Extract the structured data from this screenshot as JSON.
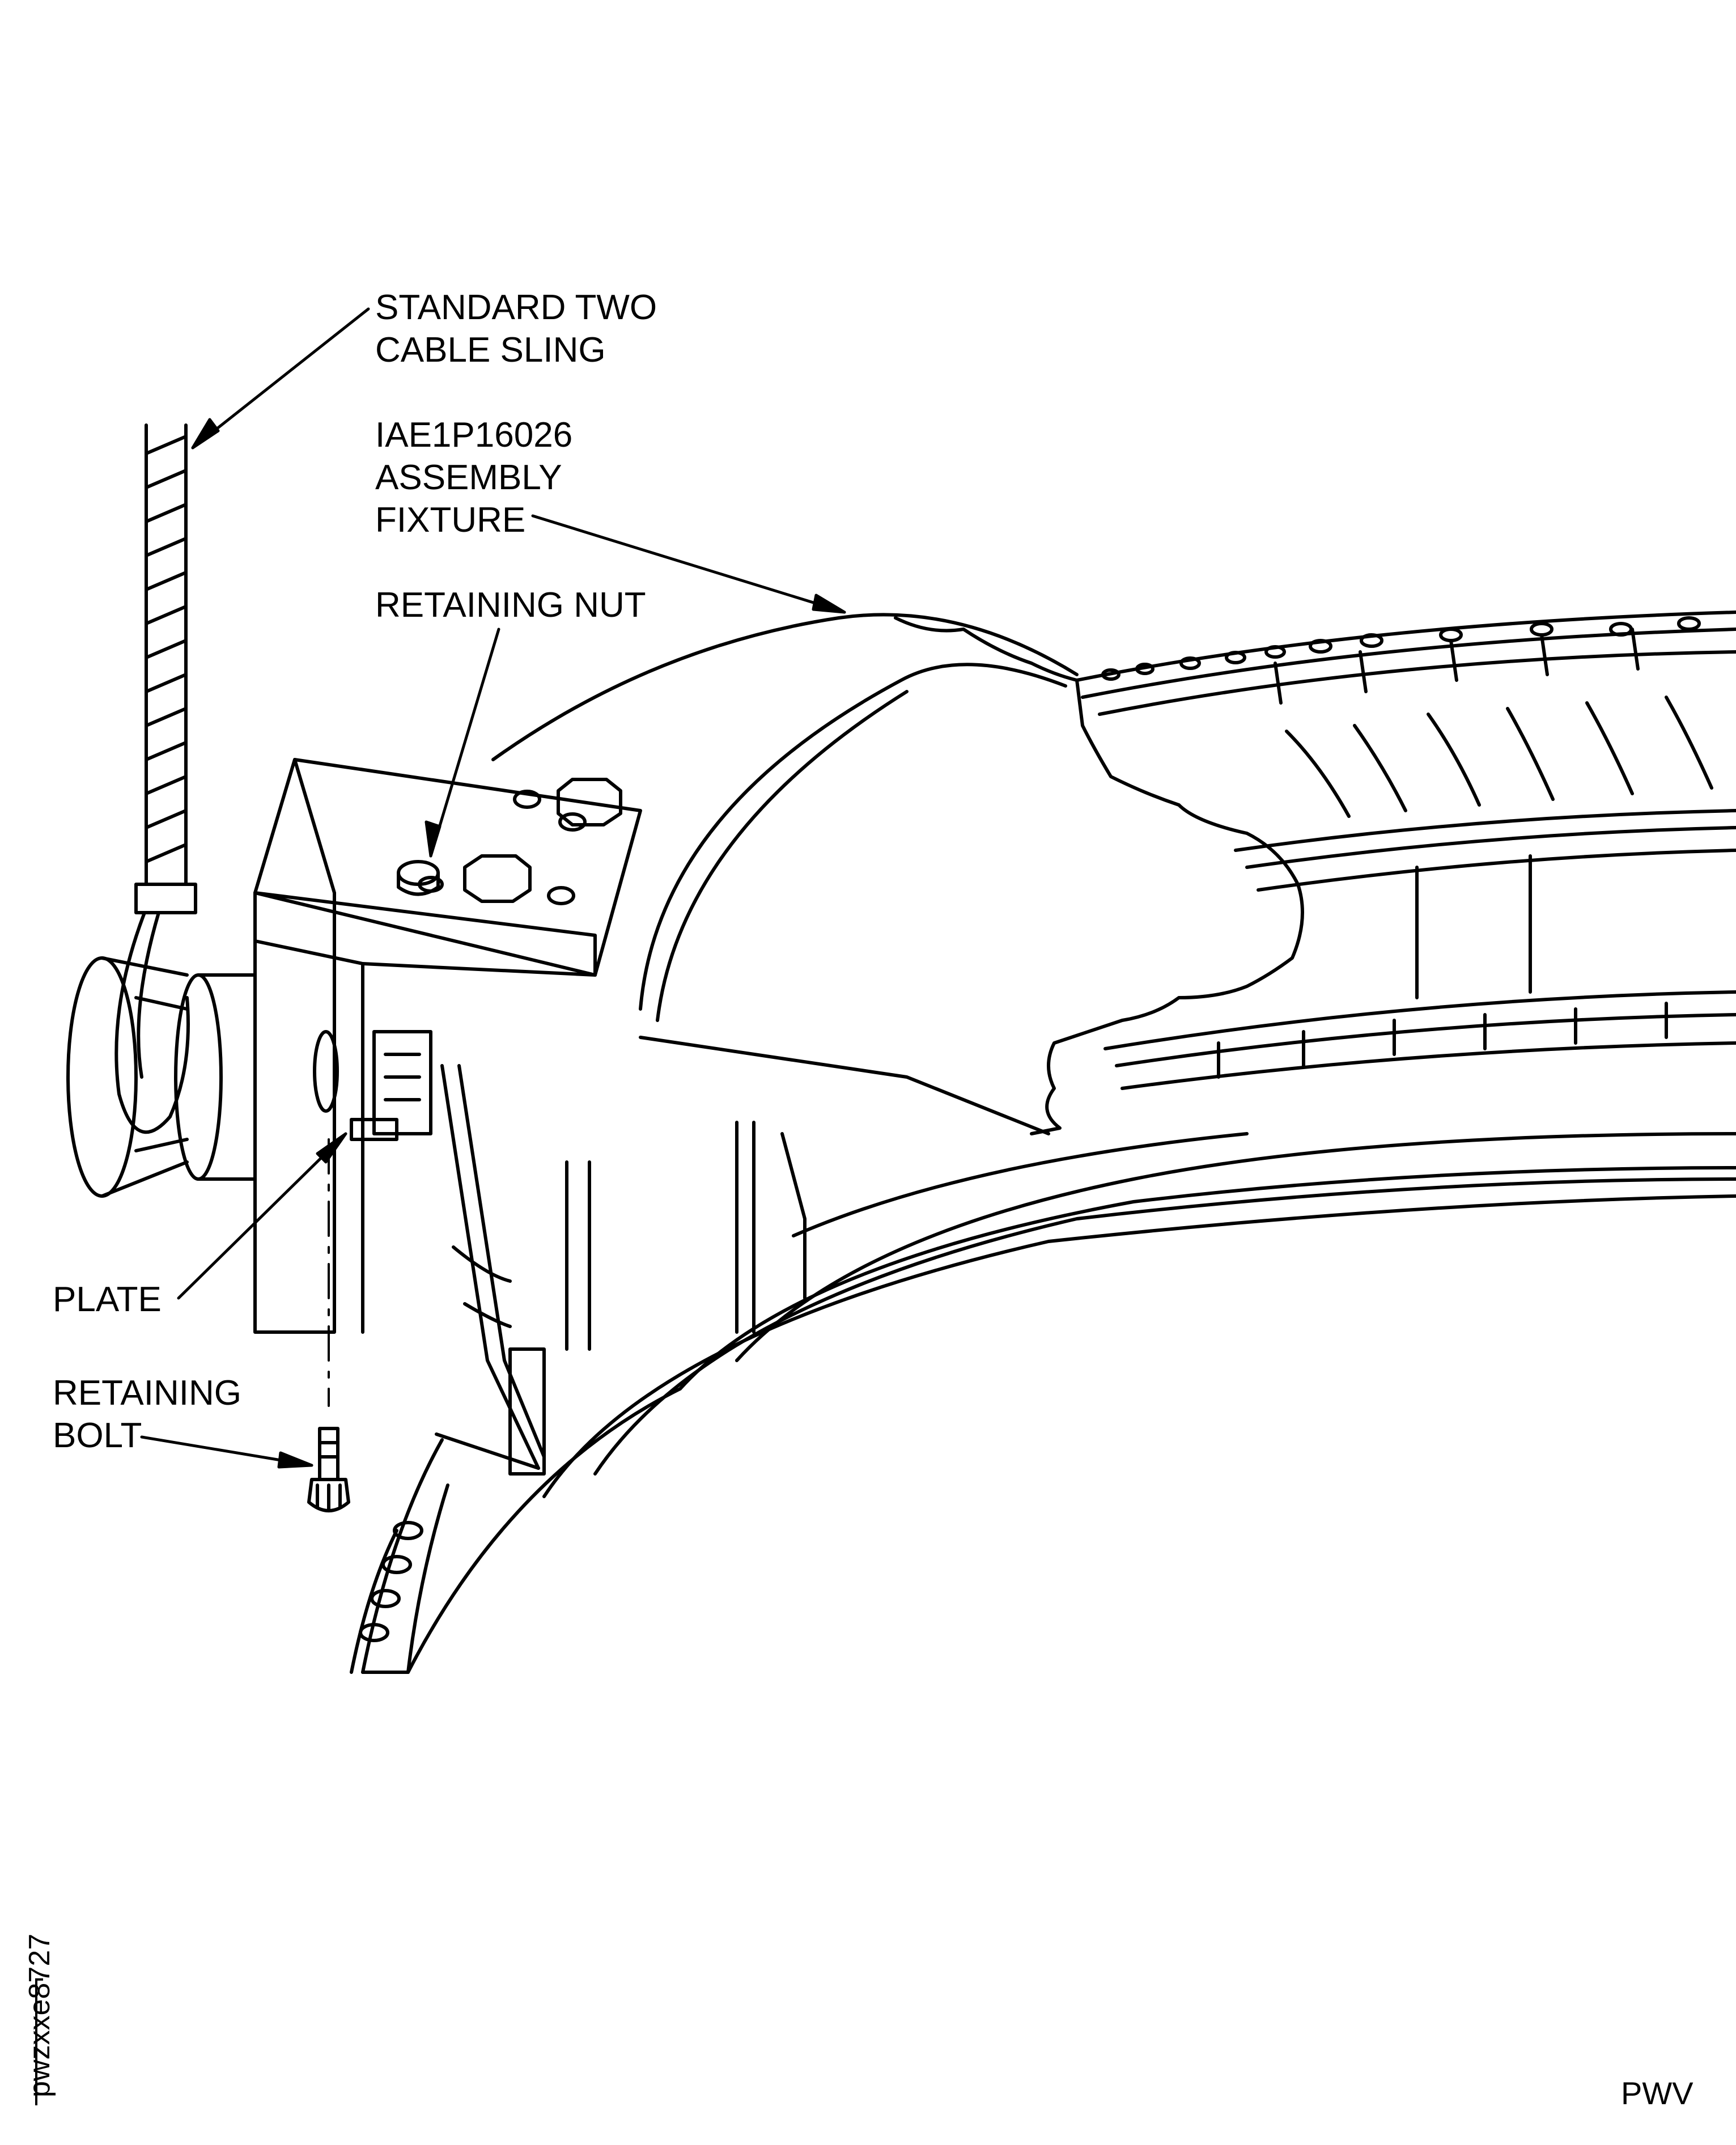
{
  "callouts": {
    "sling": [
      "STANDARD TWO",
      "CABLE SLING"
    ],
    "fixture": [
      "IAE1P16026",
      "ASSEMBLY",
      "FIXTURE"
    ],
    "retaining_nut": "RETAINING NUT",
    "plate": "PLATE",
    "retaining_bolt": [
      "RETAINING",
      "BOLT"
    ]
  },
  "figure_id": "pwzxxe8727",
  "manufacturer_code": "PWV",
  "colors": {
    "line": "#000000",
    "background": "#ffffff"
  }
}
